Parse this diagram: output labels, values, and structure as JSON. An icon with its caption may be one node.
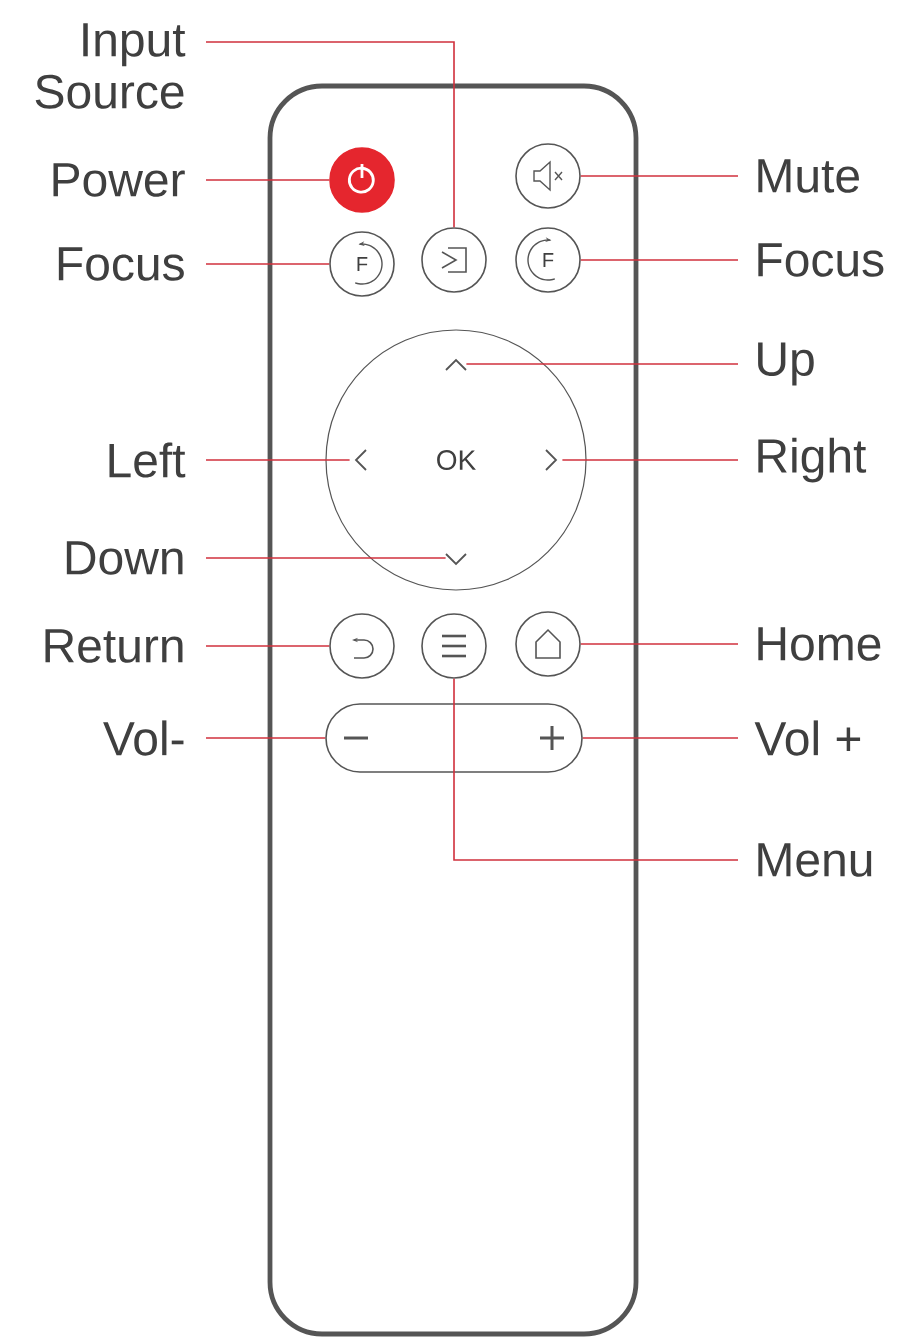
{
  "diagram": {
    "nodes": [
      {
        "text": [
          "Input Source"
        ]
      },
      {
        "text": [
          "Power"
        ]
      },
      {
        "text": [
          "Mute"
        ]
      },
      {
        "text": [
          "Focus"
        ]
      },
      {
        "text": [
          "Focus"
        ]
      },
      {
        "text": [
          "Up"
        ]
      },
      {
        "text": [
          "Left"
        ]
      },
      {
        "text": [
          "Right"
        ]
      },
      {
        "text": [
          "Down"
        ]
      },
      {
        "text": [
          "Return"
        ]
      },
      {
        "text": [
          "Home"
        ]
      },
      {
        "text": [
          "Vol-"
        ]
      },
      {
        "text": [
          "Vol +"
        ]
      },
      {
        "text": [
          "Menu"
        ]
      },
      {
        "text": [],
        "shape": "circle"
      },
      {
        "text": [],
        "shape": "circle"
      },
      {
        "text": [
          "F"
        ]
      },
      {
        "text": [],
        "shape": "circle"
      },
      {
        "text": [
          "F"
        ]
      },
      {
        "text": [
          "OK"
        ]
      },
      {
        "text": [],
        "shape": "chevron",
        "in": 19
      },
      {
        "text": [],
        "shape": "chevron",
        "in": 19
      },
      {
        "text": [],
        "shape": "chevron",
        "in": 19
      },
      {
        "text": [],
        "shape": "chevron",
        "in": 19
      },
      {
        "text": [],
        "shape": "circle"
      },
      {
        "text": [],
        "shape": "circle"
      },
      {
        "text": [],
        "shape": "circle"
      },
      {
        "text": [],
        "shape": "bar"
      }
    ],
    "edges": [
      {
        "from": 0,
        "to": 17,
        "arrow": "none"
      },
      {
        "from": 1,
        "to": 14,
        "arrow": "none"
      },
      {
        "from": 2,
        "to": 15,
        "arrow": "none"
      },
      {
        "from": 3,
        "to": 16,
        "arrow": "none"
      },
      {
        "from": 4,
        "to": 18,
        "arrow": "none"
      },
      {
        "from": 5,
        "to": 20,
        "arrow": "none"
      },
      {
        "from": 6,
        "to": 21,
        "arrow": "none"
      },
      {
        "from": 7,
        "to": 22,
        "arrow": "none"
      },
      {
        "from": 8,
        "to": 23,
        "arrow": "none"
      },
      {
        "from": 9,
        "to": 24,
        "arrow": "none"
      },
      {
        "from": 10,
        "to": 26,
        "arrow": "none"
      },
      {
        "from": 11,
        "to": 27,
        "arrow": "none"
      },
      {
        "from": 12,
        "to": 27,
        "arrow": "none"
      },
      {
        "from": 13,
        "to": 25,
        "arrow": "none"
      }
    ]
  }
}
